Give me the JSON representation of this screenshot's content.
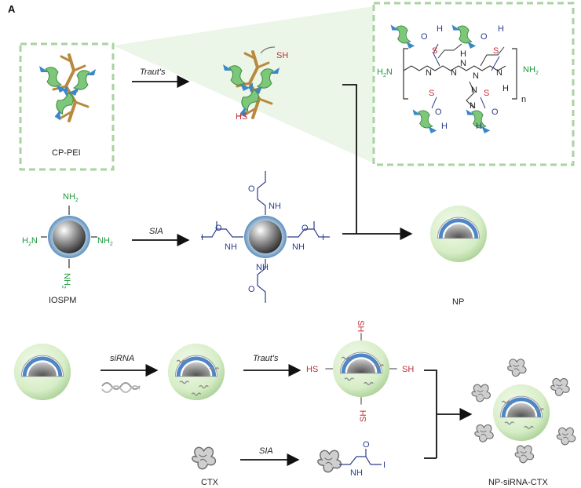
{
  "panel_label": "A",
  "reagents": {
    "trauts": "Traut's",
    "sia": "SIA",
    "sirna": "siRNA"
  },
  "labels": {
    "cp_pei": "CP-PEI",
    "iospm": "IOSPM",
    "np": "NP",
    "ctx": "CTX",
    "np_sirna_ctx": "NP-siRNA-CTX"
  },
  "groups": {
    "sh": "SH",
    "hs": "HS",
    "nh2": "NH",
    "h2n": "H",
    "nh_amide": "NH",
    "h": "H",
    "n": "N",
    "o": "O",
    "i": "I",
    "s": "S",
    "repeat": "n",
    "sub2": "2"
  },
  "colors": {
    "amine_green": "#1f9a3e",
    "thiol_red": "#c0303a",
    "linker_blue": "#2c3d8c",
    "dashed_box": "#a9d3a0",
    "np_shell": "#d9efc9",
    "core_blue": "#6fa8d6"
  }
}
